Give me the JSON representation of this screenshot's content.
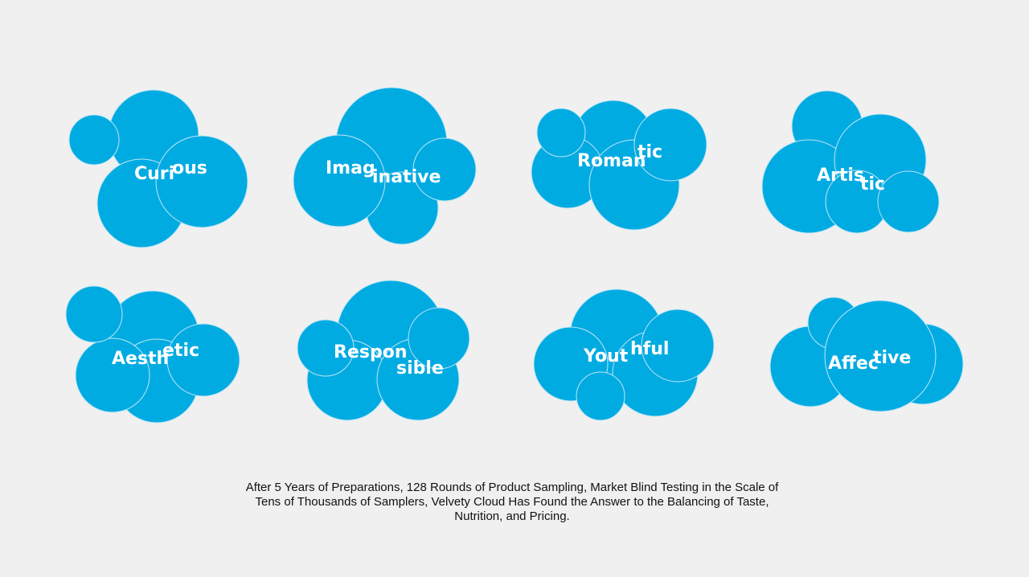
{
  "colors": {
    "background": "#f0f0f0",
    "bubble": "#00abe2",
    "outline": "#bfe6f5",
    "text": "#ffffff",
    "caption": "#111111"
  },
  "clouds": [
    {
      "word": "Curious",
      "parts": [
        "Curi",
        "ous"
      ]
    },
    {
      "word": "Imaginative",
      "parts": [
        "Imag",
        "inative"
      ]
    },
    {
      "word": "Romantic",
      "parts": [
        "Roman",
        "tic"
      ]
    },
    {
      "word": "Artistic",
      "parts": [
        "Artis",
        "tic"
      ]
    },
    {
      "word": "Aesthetic",
      "parts": [
        "Aesth",
        "etic"
      ]
    },
    {
      "word": "Responsible",
      "parts": [
        "Respon",
        "sible"
      ]
    },
    {
      "word": "Youthful",
      "parts": [
        "Yout",
        "hful"
      ]
    },
    {
      "word": "Affective",
      "parts": [
        "Affec",
        "tive"
      ]
    }
  ],
  "caption": {
    "line1": "After 5 Years of Preparations, 128 Rounds of Product Sampling, Market Blind Testing in the Scale of",
    "line2": "Tens of Thousands of Samplers, Velvety Cloud Has Found the Answer to the Balancing of Taste,",
    "line3": "Nutrition, and Pricing."
  }
}
